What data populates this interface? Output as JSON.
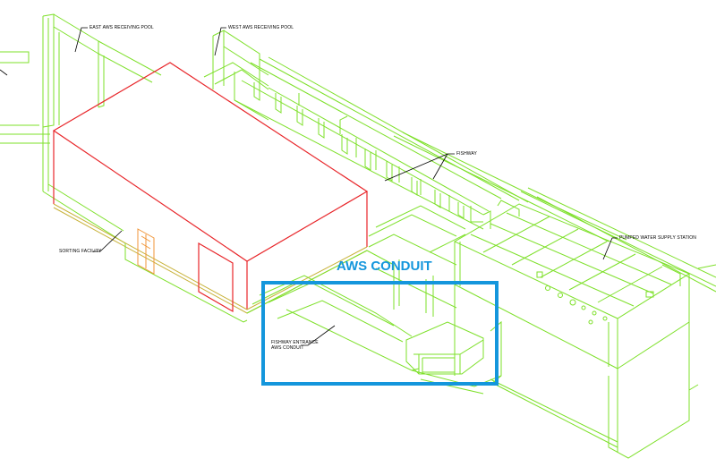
{
  "labels": {
    "east_pool": "EAST AWS RECEIVING POOL",
    "west_pool": "WEST AWS RECEIVING POOL",
    "fishway": "FISHWAY",
    "pumped_station": "PUMPED WATER SUPPLY STATION",
    "sorting_facility": "SORTING FACILITY",
    "fishway_entrance_line1": "FISHWAY ENTRANCE",
    "fishway_entrance_line2": "AWS CONDUIT"
  },
  "highlight": {
    "title": "AWS CONDUIT",
    "color": "#1496dc"
  },
  "colors": {
    "structure_lines": "#7ee02a",
    "building_outline": "#e8262a",
    "doors": "#f0963a",
    "leaders": "#000000"
  }
}
